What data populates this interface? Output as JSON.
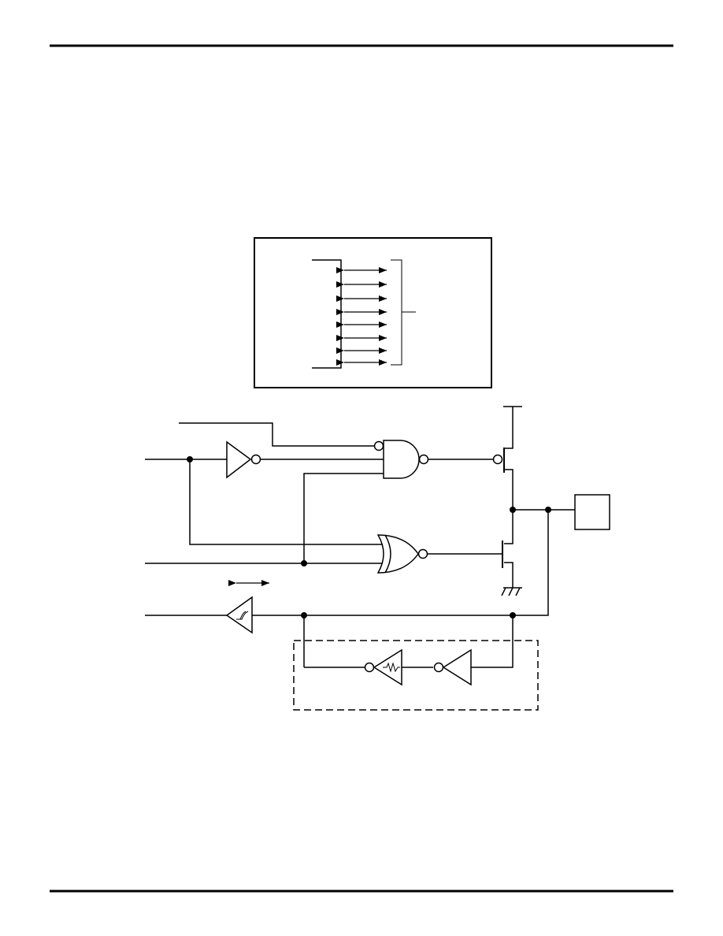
{
  "document": {
    "header_text": "",
    "footer_text": ""
  },
  "figure": {
    "type": "circuit-schematic",
    "labels": [],
    "colors": {
      "ink": "#000000",
      "background": "#ffffff"
    }
  },
  "port_block": {
    "bit_lines": 8,
    "icon": "bidirectional-arrow-icon"
  },
  "io_circuit": {
    "gates": [
      "inverter",
      "nand",
      "nor",
      "schmitt-buffer",
      "inverter",
      "weak-inverter"
    ],
    "transistors": [
      "pmos",
      "nmos"
    ],
    "icons": [
      "inverter-icon",
      "nand-gate-icon",
      "nor-gate-icon",
      "schmitt-trigger-icon",
      "ground-icon",
      "resistor-icon",
      "bidirectional-arrow-icon"
    ]
  }
}
